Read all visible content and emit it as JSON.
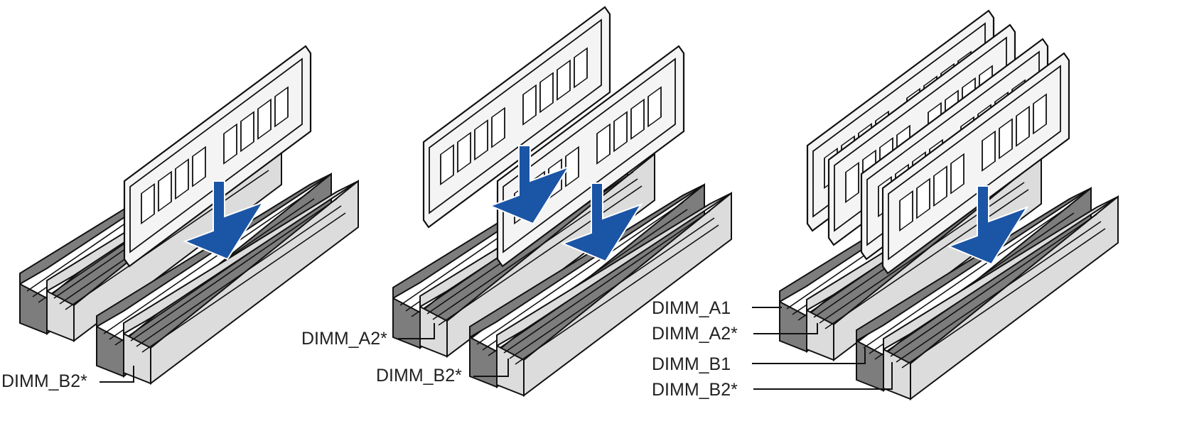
{
  "labels": {
    "panel1_b2": "DIMM_B2*",
    "panel2_a2": "DIMM_A2*",
    "panel2_b2": "DIMM_B2*",
    "panel3_a1": "DIMM_A1",
    "panel3_a2": "DIMM_A2*",
    "panel3_b1": "DIMM_B1",
    "panel3_b2": "DIMM_B2*"
  },
  "colors": {
    "arrow": "#1b55a6",
    "slot_dark": "#7d7d7d",
    "slot_light": "#dcdcdc"
  }
}
